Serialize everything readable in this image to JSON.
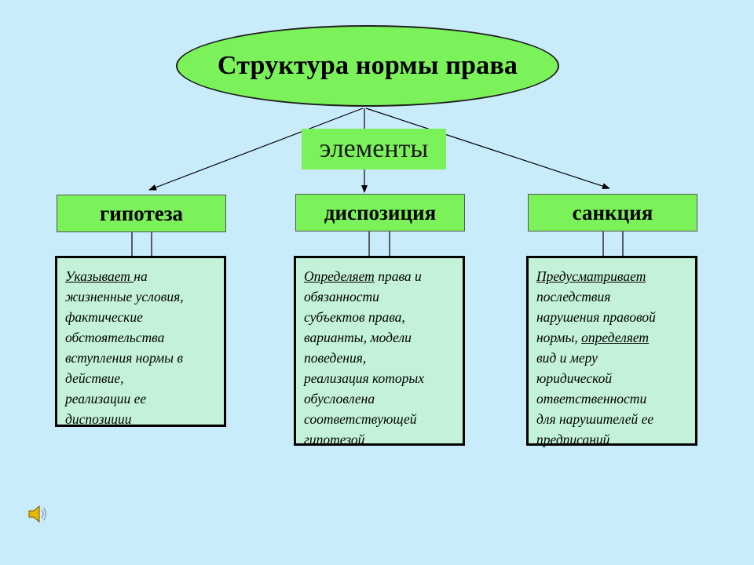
{
  "title": "Структура нормы права",
  "elements_label": "элементы",
  "categories": [
    {
      "name": "гипотеза",
      "lines": [
        [
          {
            "text": "Указывает ",
            "u": true
          },
          {
            "text": "на",
            "u": false
          }
        ],
        [
          {
            "text": "жизненные условия,",
            "u": false
          }
        ],
        [
          {
            "text": "фактические",
            "u": false
          }
        ],
        [
          {
            "text": "обстоятельства",
            "u": false
          }
        ],
        [
          {
            "text": "вступления нормы в",
            "u": false
          }
        ],
        [
          {
            "text": "действие,",
            "u": false
          }
        ],
        [
          {
            "text": "реализации ее",
            "u": false
          }
        ],
        [
          {
            "text": "диспозиции",
            "u": false
          }
        ]
      ]
    },
    {
      "name": "диспозиция",
      "lines": [
        [
          {
            "text": "Определяет",
            "u": true
          },
          {
            "text": " права и",
            "u": false
          }
        ],
        [
          {
            "text": "обязанности",
            "u": false
          }
        ],
        [
          {
            "text": "субъектов права,",
            "u": false
          }
        ],
        [
          {
            "text": "варианты, модели",
            "u": false
          }
        ],
        [
          {
            "text": "поведения,",
            "u": false
          }
        ],
        [
          {
            "text": "реализация которых",
            "u": false
          }
        ],
        [
          {
            "text": "обусловлена",
            "u": false
          }
        ],
        [
          {
            "text": "соответствующей",
            "u": false
          }
        ],
        [
          {
            "text": "гипотезой",
            "u": false
          }
        ]
      ]
    },
    {
      "name": "санкция",
      "lines": [
        [
          {
            "text": "Предусматривает",
            "u": true
          }
        ],
        [
          {
            "text": "последствия",
            "u": false
          }
        ],
        [
          {
            "text": "нарушения правовой",
            "u": false
          }
        ],
        [
          {
            "text": "нормы, ",
            "u": false
          },
          {
            "text": "определяет",
            "u": true
          }
        ],
        [
          {
            "text": "вид и меру",
            "u": false
          }
        ],
        [
          {
            "text": "юридической",
            "u": false
          }
        ],
        [
          {
            "text": "ответственности",
            "u": false
          }
        ],
        [
          {
            "text": "для нарушителей ее",
            "u": false
          }
        ],
        [
          {
            "text": "предписаний",
            "u": false
          }
        ]
      ]
    }
  ],
  "icons": {
    "speaker": "speaker-icon"
  },
  "colors": {
    "background": "#c9ecfb",
    "green": "#7cf25a",
    "desc_fill": "#c3f2d8"
  }
}
